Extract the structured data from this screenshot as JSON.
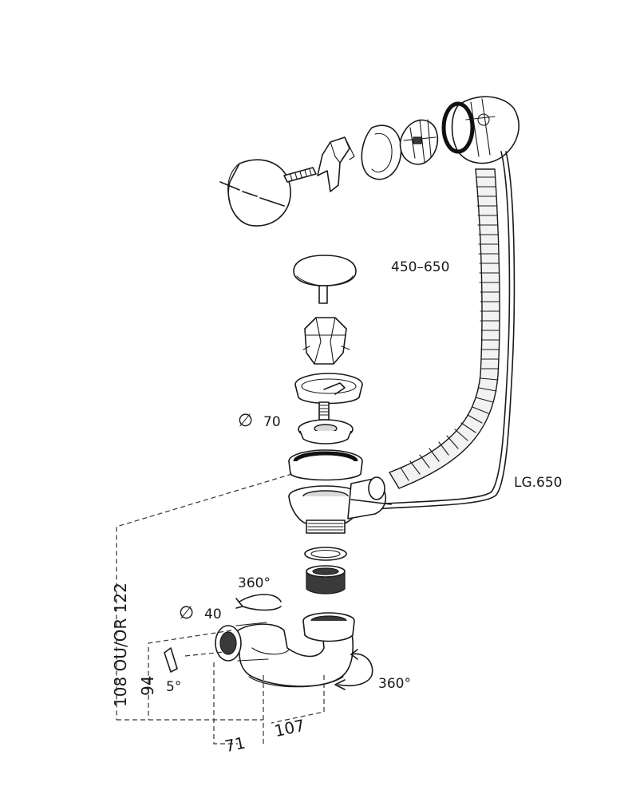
{
  "labels": {
    "hose_length": "450–650",
    "cable_length": "LG.650",
    "outlet_diameter": "70",
    "pipe_diameter": "40",
    "height_dimension": "108 OU/OR 122",
    "offset_94": "94",
    "angle_5": "5°",
    "rotation_top": "360°",
    "rotation_bottom": "360°",
    "width_71": "71",
    "width_107": "107"
  },
  "symbols": {
    "diameter": "∅"
  },
  "colors": {
    "line": "#1a1a1a",
    "part_fill": "#ffffff",
    "shade": "#d9d9d9"
  }
}
